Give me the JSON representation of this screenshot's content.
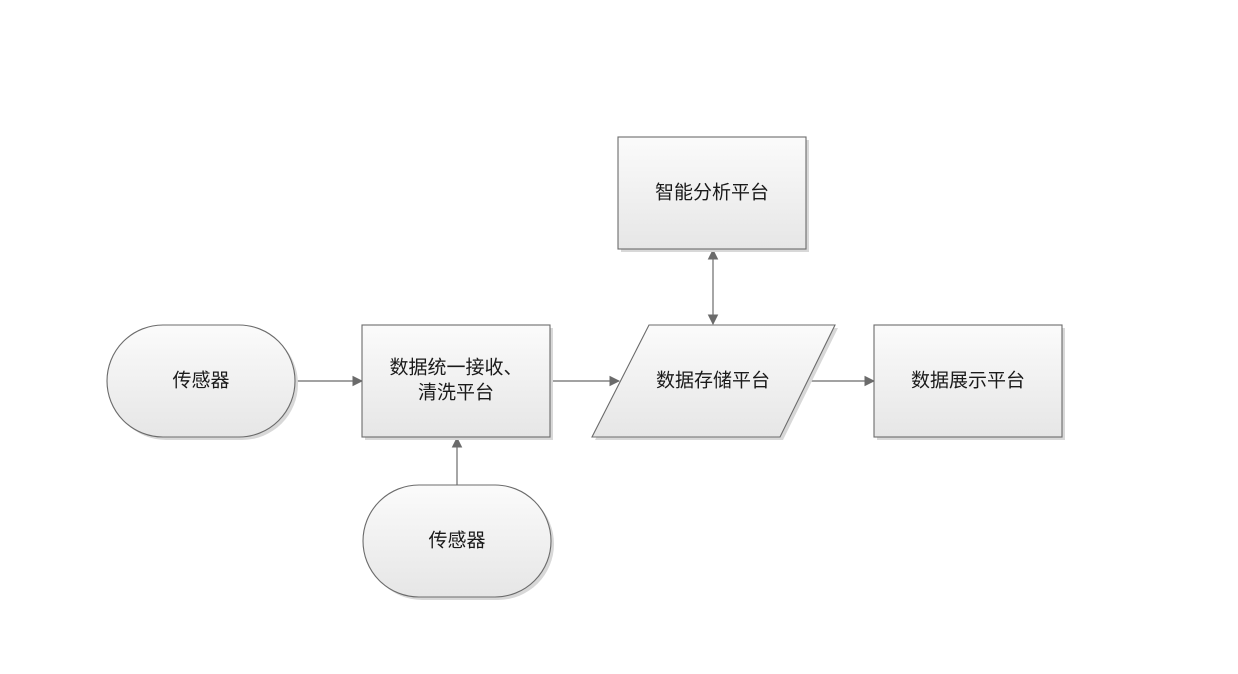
{
  "nodes": [
    {
      "id": "sensor-1",
      "shape": "terminator",
      "label": "传感器"
    },
    {
      "id": "ingest",
      "shape": "process",
      "label_lines": [
        "数据统一接收、",
        "清洗平台"
      ]
    },
    {
      "id": "storage",
      "shape": "data",
      "label": "数据存储平台"
    },
    {
      "id": "display",
      "shape": "process",
      "label": "数据展示平台"
    },
    {
      "id": "analysis",
      "shape": "process",
      "label": "智能分析平台"
    },
    {
      "id": "sensor-2",
      "shape": "terminator",
      "label": "传感器"
    }
  ],
  "edges": [
    {
      "from": "sensor-1",
      "to": "ingest",
      "direction": "forward"
    },
    {
      "from": "sensor-2",
      "to": "ingest",
      "direction": "forward"
    },
    {
      "from": "ingest",
      "to": "storage",
      "direction": "forward"
    },
    {
      "from": "storage",
      "to": "display",
      "direction": "forward"
    },
    {
      "from": "storage",
      "to": "analysis",
      "direction": "both"
    }
  ],
  "colors": {
    "fill_top": "#fbfbfb",
    "fill_bottom": "#e6e6e6",
    "stroke": "#6b6b6b",
    "text": "#1a1a1a",
    "shadow": "#d8d8d8"
  }
}
